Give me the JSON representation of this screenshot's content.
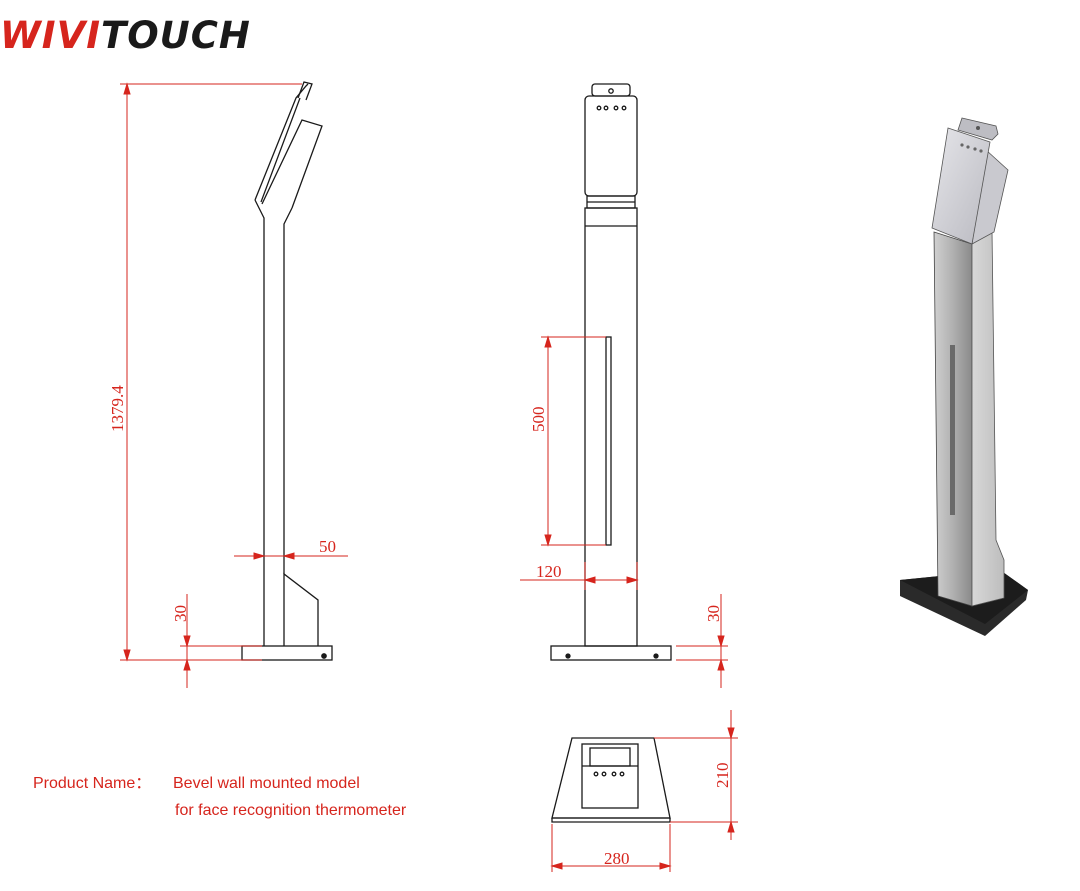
{
  "brand": {
    "part_a": "WIVI",
    "part_b": "TOUCH"
  },
  "dimensions": {
    "height_total": "1379.4",
    "tube_depth": "50",
    "base_thickness_side": "30",
    "slot_length": "500",
    "tube_width": "120",
    "base_thickness_front": "30",
    "base_depth": "210",
    "base_width": "280"
  },
  "caption": {
    "label": "Product Name：",
    "line1": "Bevel wall mounted model",
    "line2": "for face recognition thermometer"
  },
  "colors": {
    "dimension": "#d6251d",
    "outline": "#1a1a1a",
    "brand_red": "#d6251d"
  }
}
